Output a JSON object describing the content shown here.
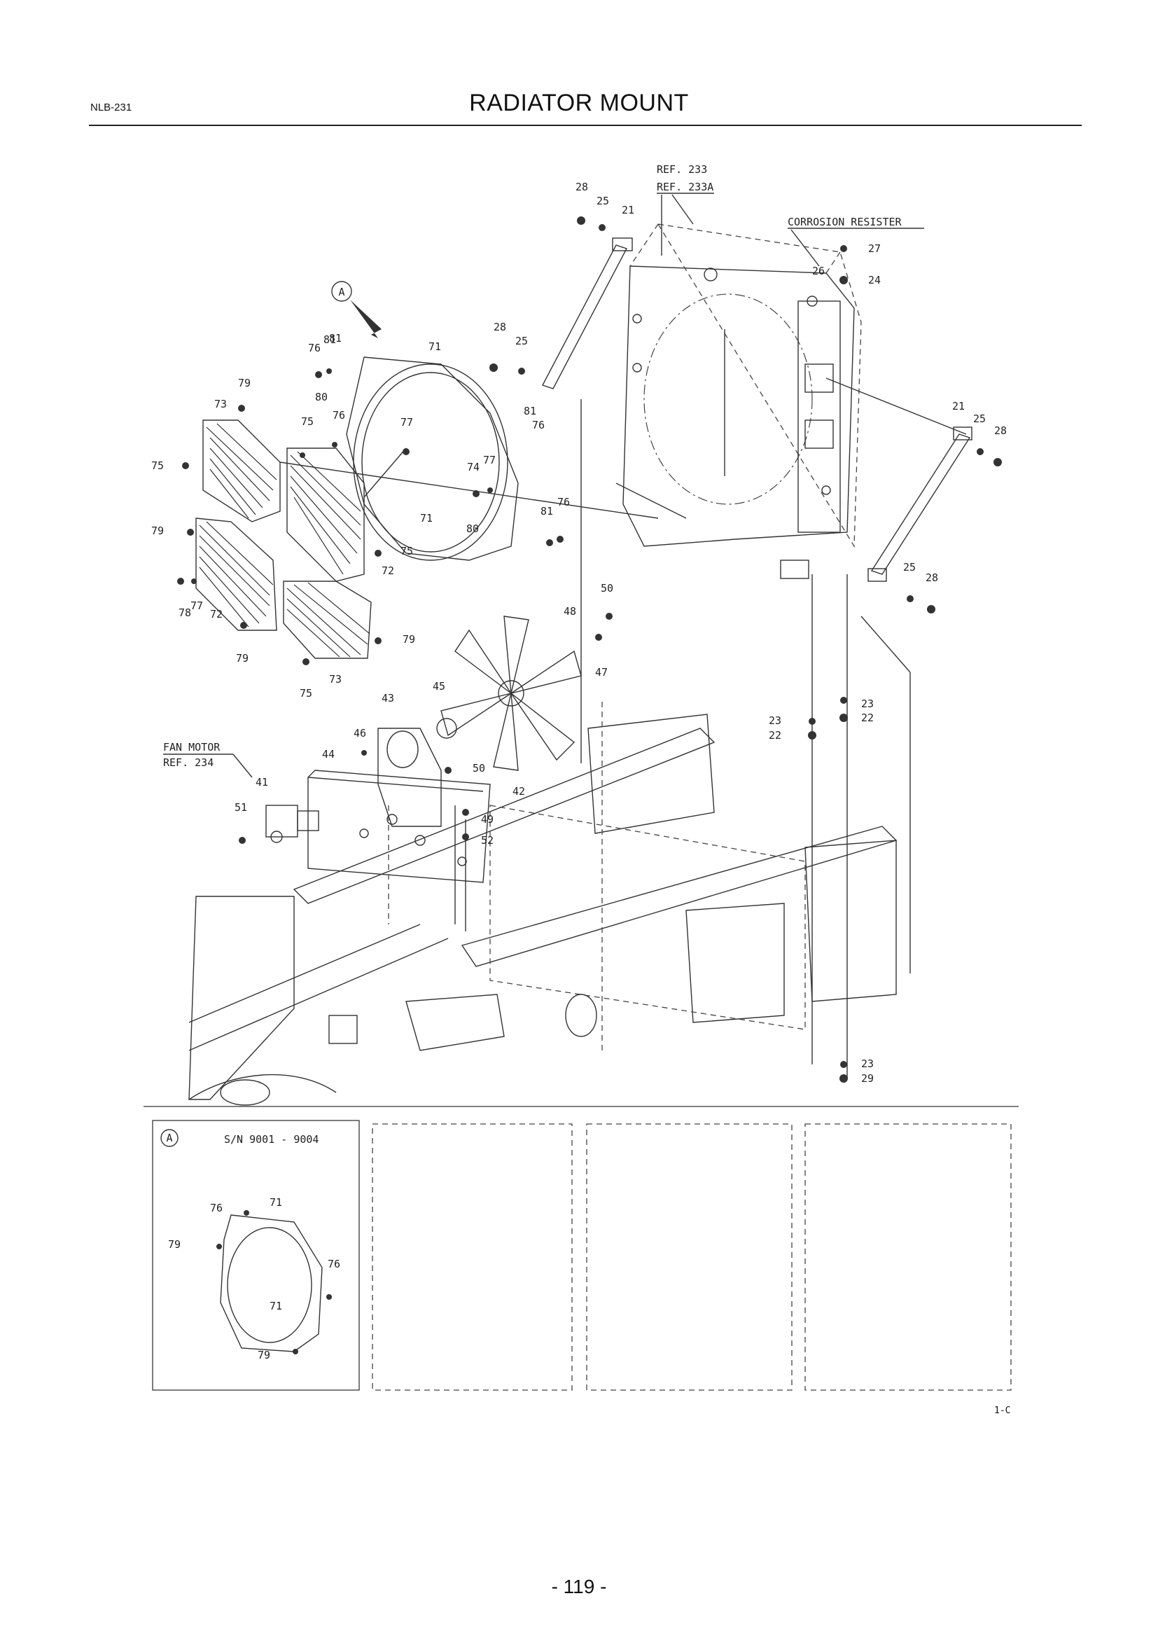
{
  "header": {
    "code": "NLB-231",
    "title": "RADIATOR MOUNT"
  },
  "references": {
    "ref_233": "REF. 233",
    "ref_233a": "REF. 233A",
    "corrosion": "CORROSION RESISTER",
    "fan_motor": "FAN MOTOR",
    "ref_234": "REF. 234"
  },
  "callouts": [
    "28",
    "25",
    "21",
    "27",
    "26",
    "24",
    "21",
    "25",
    "28",
    "25",
    "28",
    "23",
    "22",
    "23",
    "22",
    "23",
    "29",
    "50",
    "48",
    "47",
    "45",
    "42",
    "50",
    "49",
    "52",
    "43",
    "46",
    "44",
    "41",
    "51",
    "71",
    "71",
    "80",
    "81",
    "76",
    "74",
    "77",
    "81",
    "76",
    "80",
    "81",
    "76",
    "79",
    "73",
    "75",
    "75",
    "79",
    "72",
    "77",
    "78",
    "72",
    "75",
    "79",
    "73",
    "79",
    "75",
    "28",
    "25",
    "81",
    "76",
    "77"
  ],
  "detail_box": {
    "marker": "A",
    "serial": "S/N 9001 - 9004",
    "labels": [
      "76",
      "71",
      "79",
      "76",
      "71",
      "79"
    ]
  },
  "view_marker": "A",
  "corner_code": "1-C",
  "page_number": "- 119 -"
}
